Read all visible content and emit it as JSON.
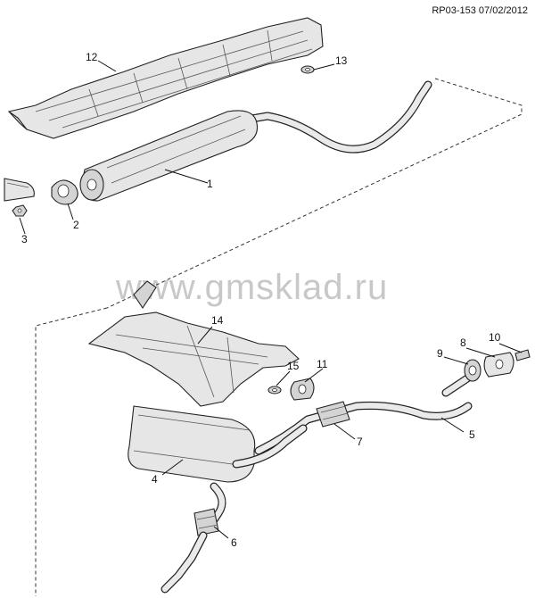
{
  "reference_code": "RP03-153 07/02/2012",
  "watermark": "www.gmsklad.ru",
  "callouts": [
    {
      "id": "c1",
      "label": "1"
    },
    {
      "id": "c2",
      "label": "2"
    },
    {
      "id": "c3",
      "label": "3"
    },
    {
      "id": "c4",
      "label": "4"
    },
    {
      "id": "c5",
      "label": "5"
    },
    {
      "id": "c6",
      "label": "6"
    },
    {
      "id": "c7",
      "label": "7"
    },
    {
      "id": "c8",
      "label": "8"
    },
    {
      "id": "c9",
      "label": "9"
    },
    {
      "id": "c10",
      "label": "10"
    },
    {
      "id": "c11",
      "label": "11"
    },
    {
      "id": "c12",
      "label": "12"
    },
    {
      "id": "c13",
      "label": "13"
    },
    {
      "id": "c14",
      "label": "14"
    },
    {
      "id": "c15",
      "label": "15"
    }
  ]
}
